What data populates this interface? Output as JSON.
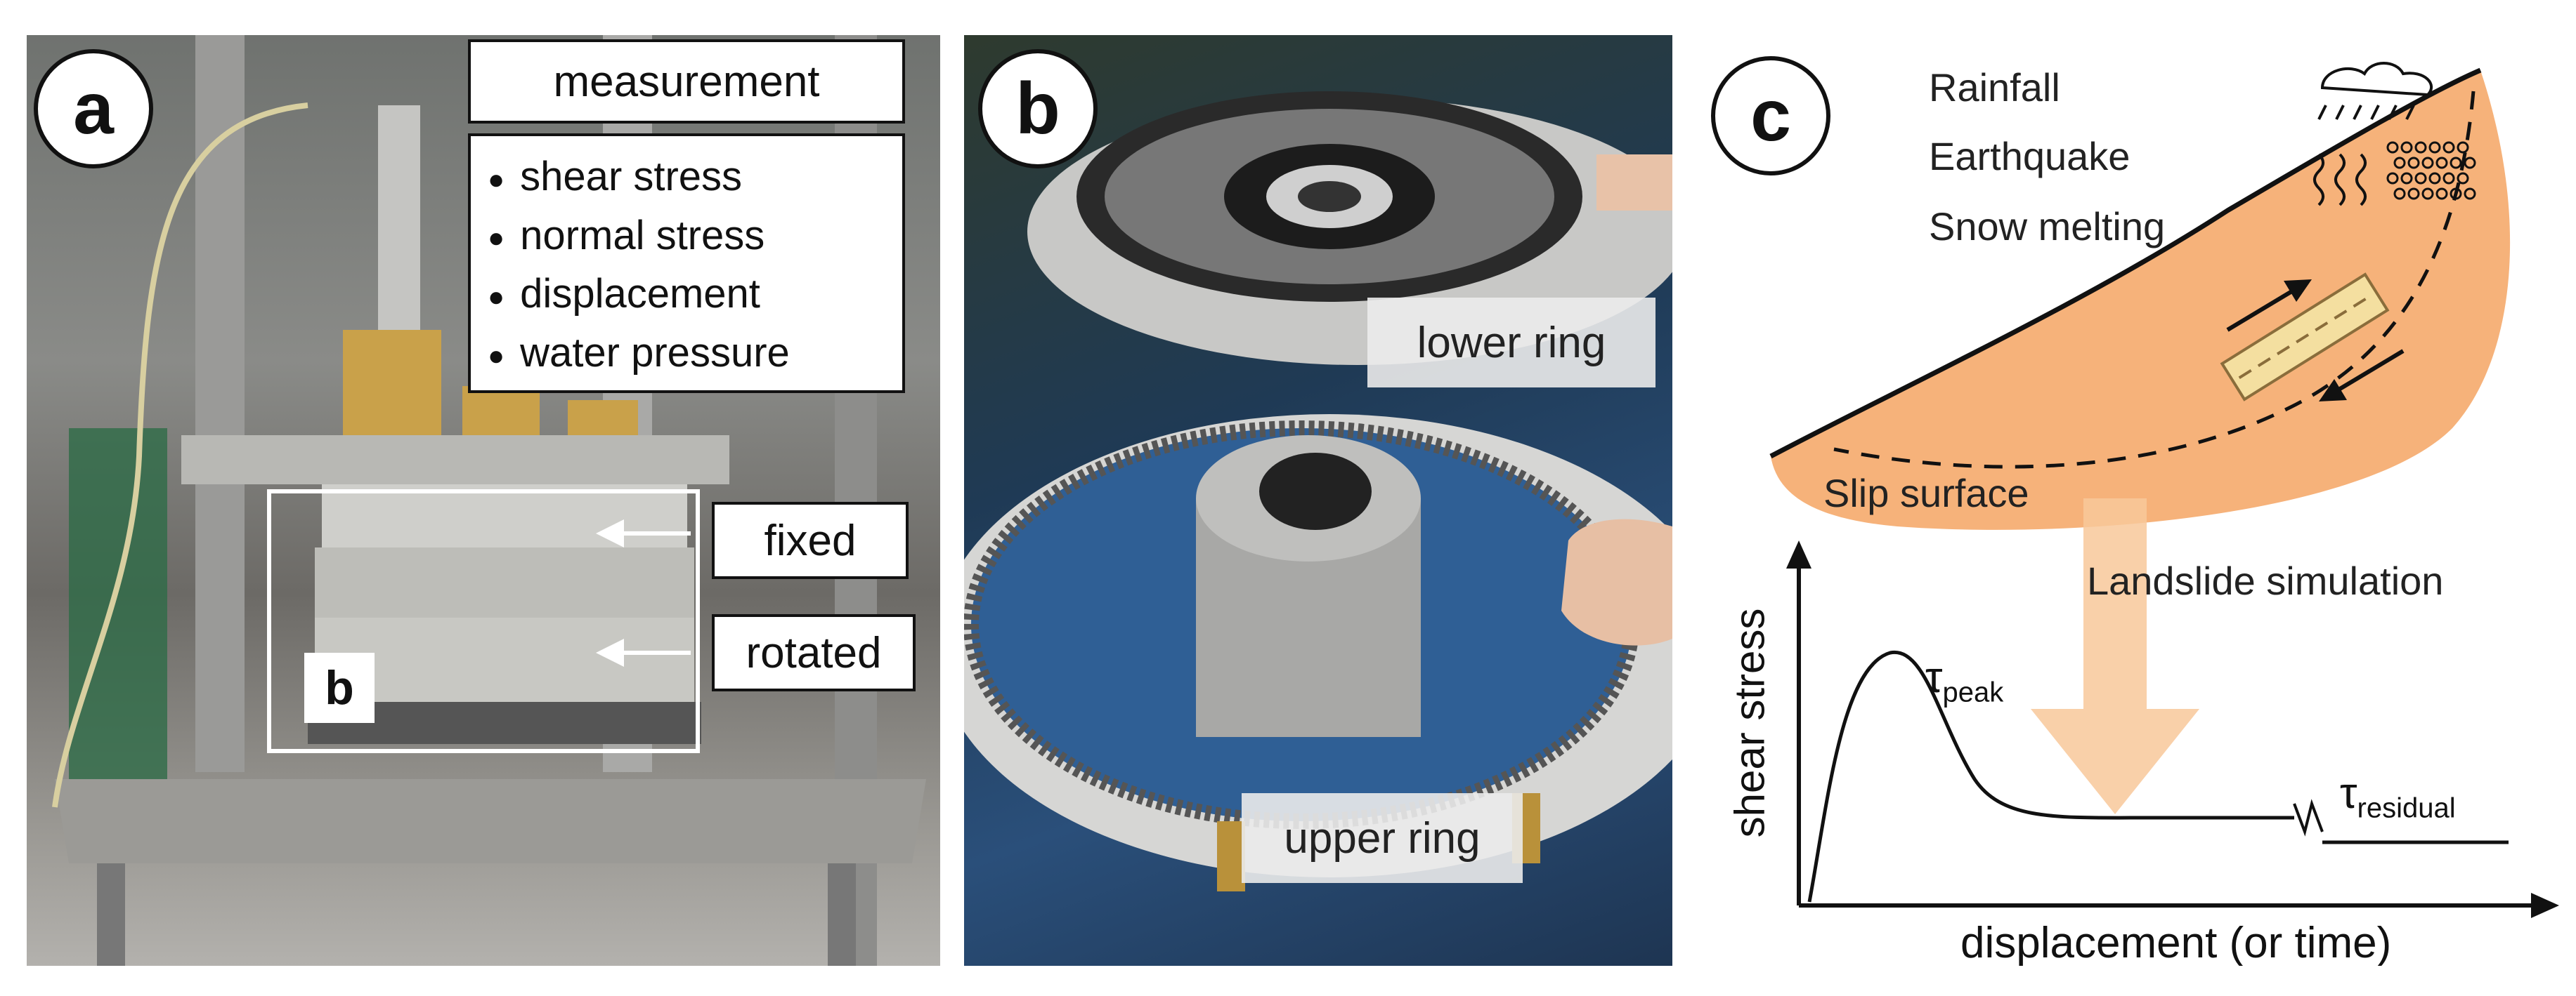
{
  "panel_a": {
    "label": "a",
    "measurement_title": "measurement",
    "measurements": [
      "shear stress",
      "normal stress",
      "displacement",
      "water pressure"
    ],
    "fixed_label": "fixed",
    "rotated_label": "rotated",
    "inset_label": "b"
  },
  "panel_b": {
    "label": "b",
    "lower_ring": "lower ring",
    "upper_ring": "upper ring"
  },
  "panel_c": {
    "label": "c",
    "triggers": [
      "Rainfall",
      "Earthquake",
      "Snow melting"
    ],
    "slip_surface": "Slip surface",
    "arrow_label": "Landslide simulation",
    "ylabel": "shear stress",
    "xlabel": "displacement (or time)",
    "tau_symbol": "τ",
    "peak_sub": "peak",
    "residual_sub": "residual",
    "colors": {
      "slope_fill": "#f6b27a",
      "arrow_fill": "#f8c89a",
      "slip_band": "#f4dfa0"
    }
  }
}
